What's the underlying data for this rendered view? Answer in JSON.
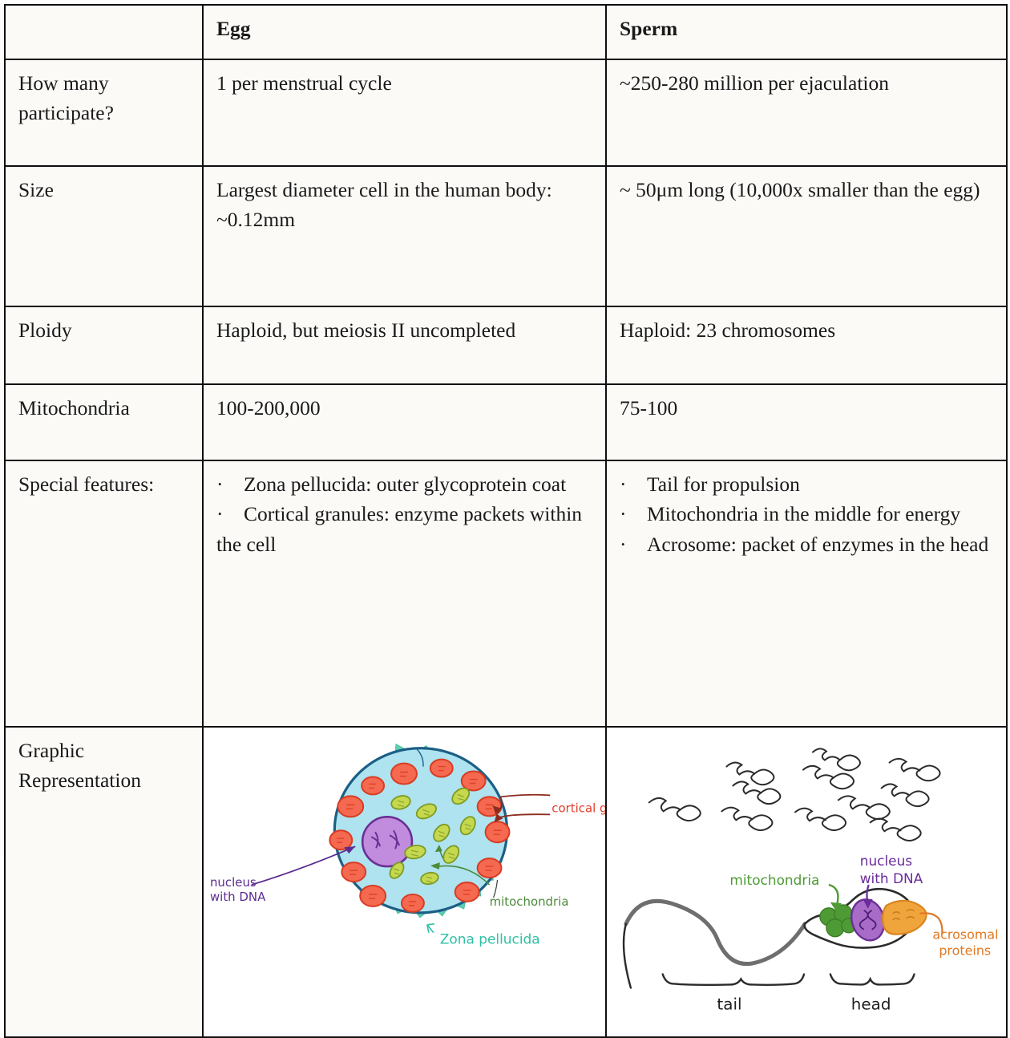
{
  "table": {
    "columns": [
      "",
      "Egg",
      "Sperm"
    ],
    "rows": [
      {
        "label": "How many participate?",
        "egg": "1 per menstrual cycle",
        "sperm": "~250-280 million per ejaculation"
      },
      {
        "label": "Size",
        "egg": "Largest diameter cell in the human body: ~0.12mm",
        "sperm": "~ 50μm long (10,000x smaller than the egg)"
      },
      {
        "label": "Ploidy",
        "egg": "Haploid, but meiosis II uncompleted",
        "sperm": "Haploid: 23 chromosomes"
      },
      {
        "label": "Mitochondria",
        "egg": "100-200,000",
        "sperm": "75-100"
      },
      {
        "label": "Special features:",
        "egg_bullets": [
          "Zona pellucida: outer glycoprotein coat",
          "Cortical granules: enzyme packets within the cell"
        ],
        "sperm_bullets": [
          "Tail for propulsion",
          "Mitochondria in the middle for energy",
          "Acrosome: packet of enzymes in the head"
        ],
        "bullet_marker": "·"
      },
      {
        "label": "Graphic Representation"
      }
    ]
  },
  "egg_diagram": {
    "labels": {
      "nucleus": "nucleus",
      "nucleus_line2": "with DNA",
      "cortical_granules": "cortical granules",
      "mitochondria": "mitochondria",
      "zona_pellucida": "Zona pellucida"
    },
    "colors": {
      "zona": "#5ecfb0",
      "cytoplasm": "#aee3ef",
      "membrane": "#1c5f86",
      "nucleus_fill": "#c18cdd",
      "nucleus_stroke": "#6b2f94",
      "granule_fill": "#f4694f",
      "granule_stroke": "#d93b22",
      "mito_fill": "#c5d84e",
      "mito_stroke": "#7d9a24",
      "label_nucleus": "#5c2d91",
      "label_cortical": "#e0402c",
      "label_mito": "#4e8a3c",
      "label_zona": "#2ec0a6"
    }
  },
  "sperm_diagram": {
    "labels": {
      "mitochondria": "mitochondria",
      "nucleus": "nucleus",
      "nucleus_line2": "with DNA",
      "acrosomal": "acrosomal",
      "acrosomal_line2": "proteins",
      "tail": "tail",
      "head": "head"
    },
    "colors": {
      "outline": "#2b2b2b",
      "tail": "#6e6e6e",
      "mito": "#4e9b35",
      "nucleus_fill": "#a86cc8",
      "nucleus_stroke": "#6b2f94",
      "acrosome_fill": "#f0a43c",
      "acrosome_stroke": "#d9861f",
      "label_mito": "#4e9b35",
      "label_nucleus": "#6a2c9c",
      "label_acrosomal": "#e07820",
      "label_plain": "#1f1f1f"
    },
    "swarm_count": 11
  }
}
